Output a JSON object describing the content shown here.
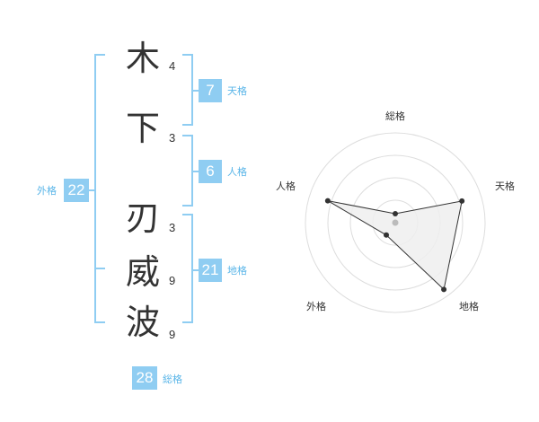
{
  "name": {
    "characters": [
      {
        "char": "木",
        "strokes": "4"
      },
      {
        "char": "下",
        "strokes": "3"
      },
      {
        "char": "刃",
        "strokes": "3"
      },
      {
        "char": "威",
        "strokes": "9"
      },
      {
        "char": "波",
        "strokes": "9"
      }
    ]
  },
  "fortunes": {
    "tenkaku": {
      "value": "7",
      "label": "天格"
    },
    "jinkaku": {
      "value": "6",
      "label": "人格"
    },
    "chikaku": {
      "value": "21",
      "label": "地格"
    },
    "gaikaku": {
      "value": "22",
      "label": "外格"
    },
    "soukaku": {
      "value": "28",
      "label": "総格"
    }
  },
  "radar": {
    "axes": [
      "総格",
      "天格",
      "地格",
      "外格",
      "人格"
    ],
    "values": [
      0.1,
      0.78,
      0.92,
      0.17,
      0.79
    ],
    "rings": 4,
    "colors": {
      "grid": "#dddddd",
      "fill": "#eeeeee",
      "line": "#333333",
      "center": "#bbbbbb"
    }
  },
  "colors": {
    "accent": "#8fcdf2",
    "label": "#59b5e8"
  }
}
